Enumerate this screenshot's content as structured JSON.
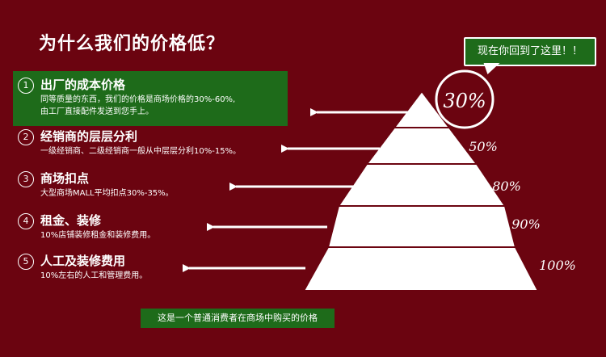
{
  "title": "为什么我们的价格低？",
  "callout": "现在你回到了这里！！",
  "items": [
    {
      "num": "1",
      "head": "出厂的成本价格",
      "desc": [
        "同等质量的东西，我们的价格是商场价格的30%-60%,",
        "由工厂直接配件发送到您手上。"
      ]
    },
    {
      "num": "2",
      "head": "经销商的层层分利",
      "desc": [
        "一级经销商、二级经销商一般从中层层分利10%-15%。"
      ]
    },
    {
      "num": "3",
      "head": "商场扣点",
      "desc": [
        "大型商场MALL平均扣点30%-35%。"
      ]
    },
    {
      "num": "4",
      "head": "租金、装修",
      "desc": [
        "10%店铺装修租金和装修费用。"
      ]
    },
    {
      "num": "5",
      "head": "人工及装修费用",
      "desc": [
        "10%左右的人工和管理费用。"
      ]
    }
  ],
  "pyramid_labels": [
    "30%",
    "50%",
    "80%",
    "90%",
    "100%"
  ],
  "bottom_label": "这是一个普通消费者在商场中购买的价格",
  "colors": {
    "background": "#6b0410",
    "green": "#1e6b1a",
    "white": "#ffffff"
  }
}
